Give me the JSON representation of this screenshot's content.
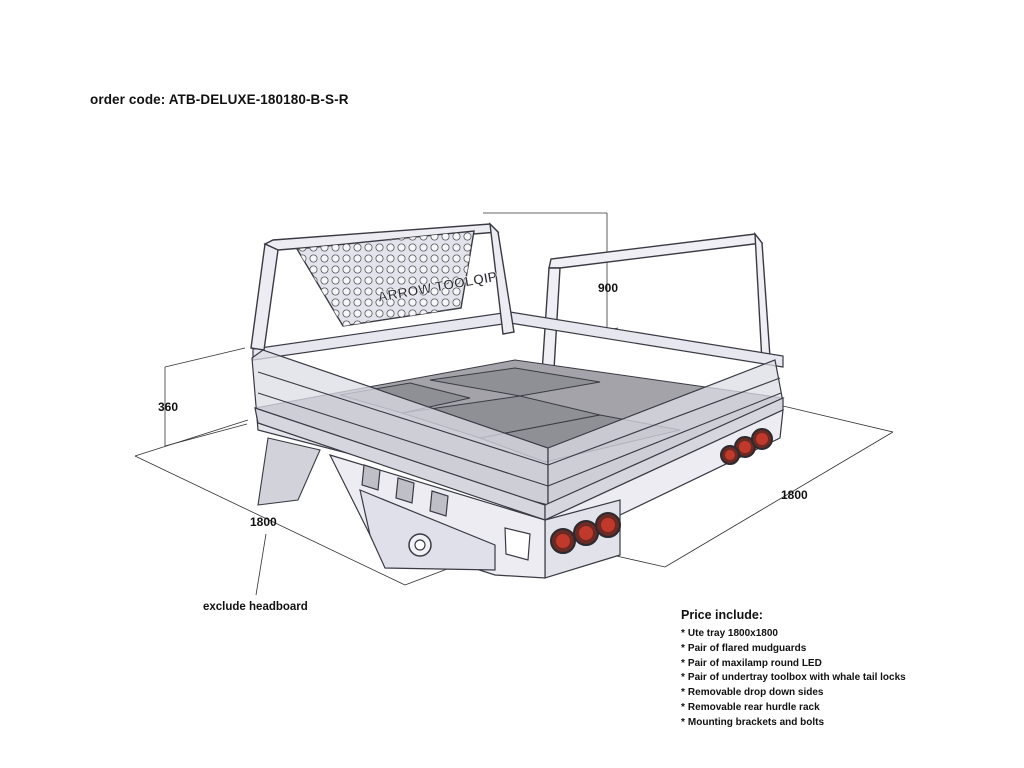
{
  "order_code": "order code: ATB-DELUXE-180180-B-S-R",
  "dimensions": {
    "headboard_height": "900",
    "side_height": "360",
    "width": "1800",
    "length": "1800"
  },
  "notes": {
    "exclude_headboard": "exclude headboard",
    "brand": "ARROW TOOLQIP"
  },
  "price": {
    "title": "Price include:",
    "items": [
      "Ute tray 1800x1800",
      "Pair of flared mudguards",
      "Pair of maxilamp round LED",
      "Pair of undertray toolbox with whale tail locks",
      "Removable drop down sides",
      "Removable rear hurdle rack",
      "Mounting brackets and bolts"
    ],
    "bullet": "*"
  },
  "colors": {
    "frame_stroke": "#3a3a44",
    "tray_floor": "#9d9da3",
    "side_panel": "#e6e6ee",
    "lamp_red": "#c0392b"
  }
}
